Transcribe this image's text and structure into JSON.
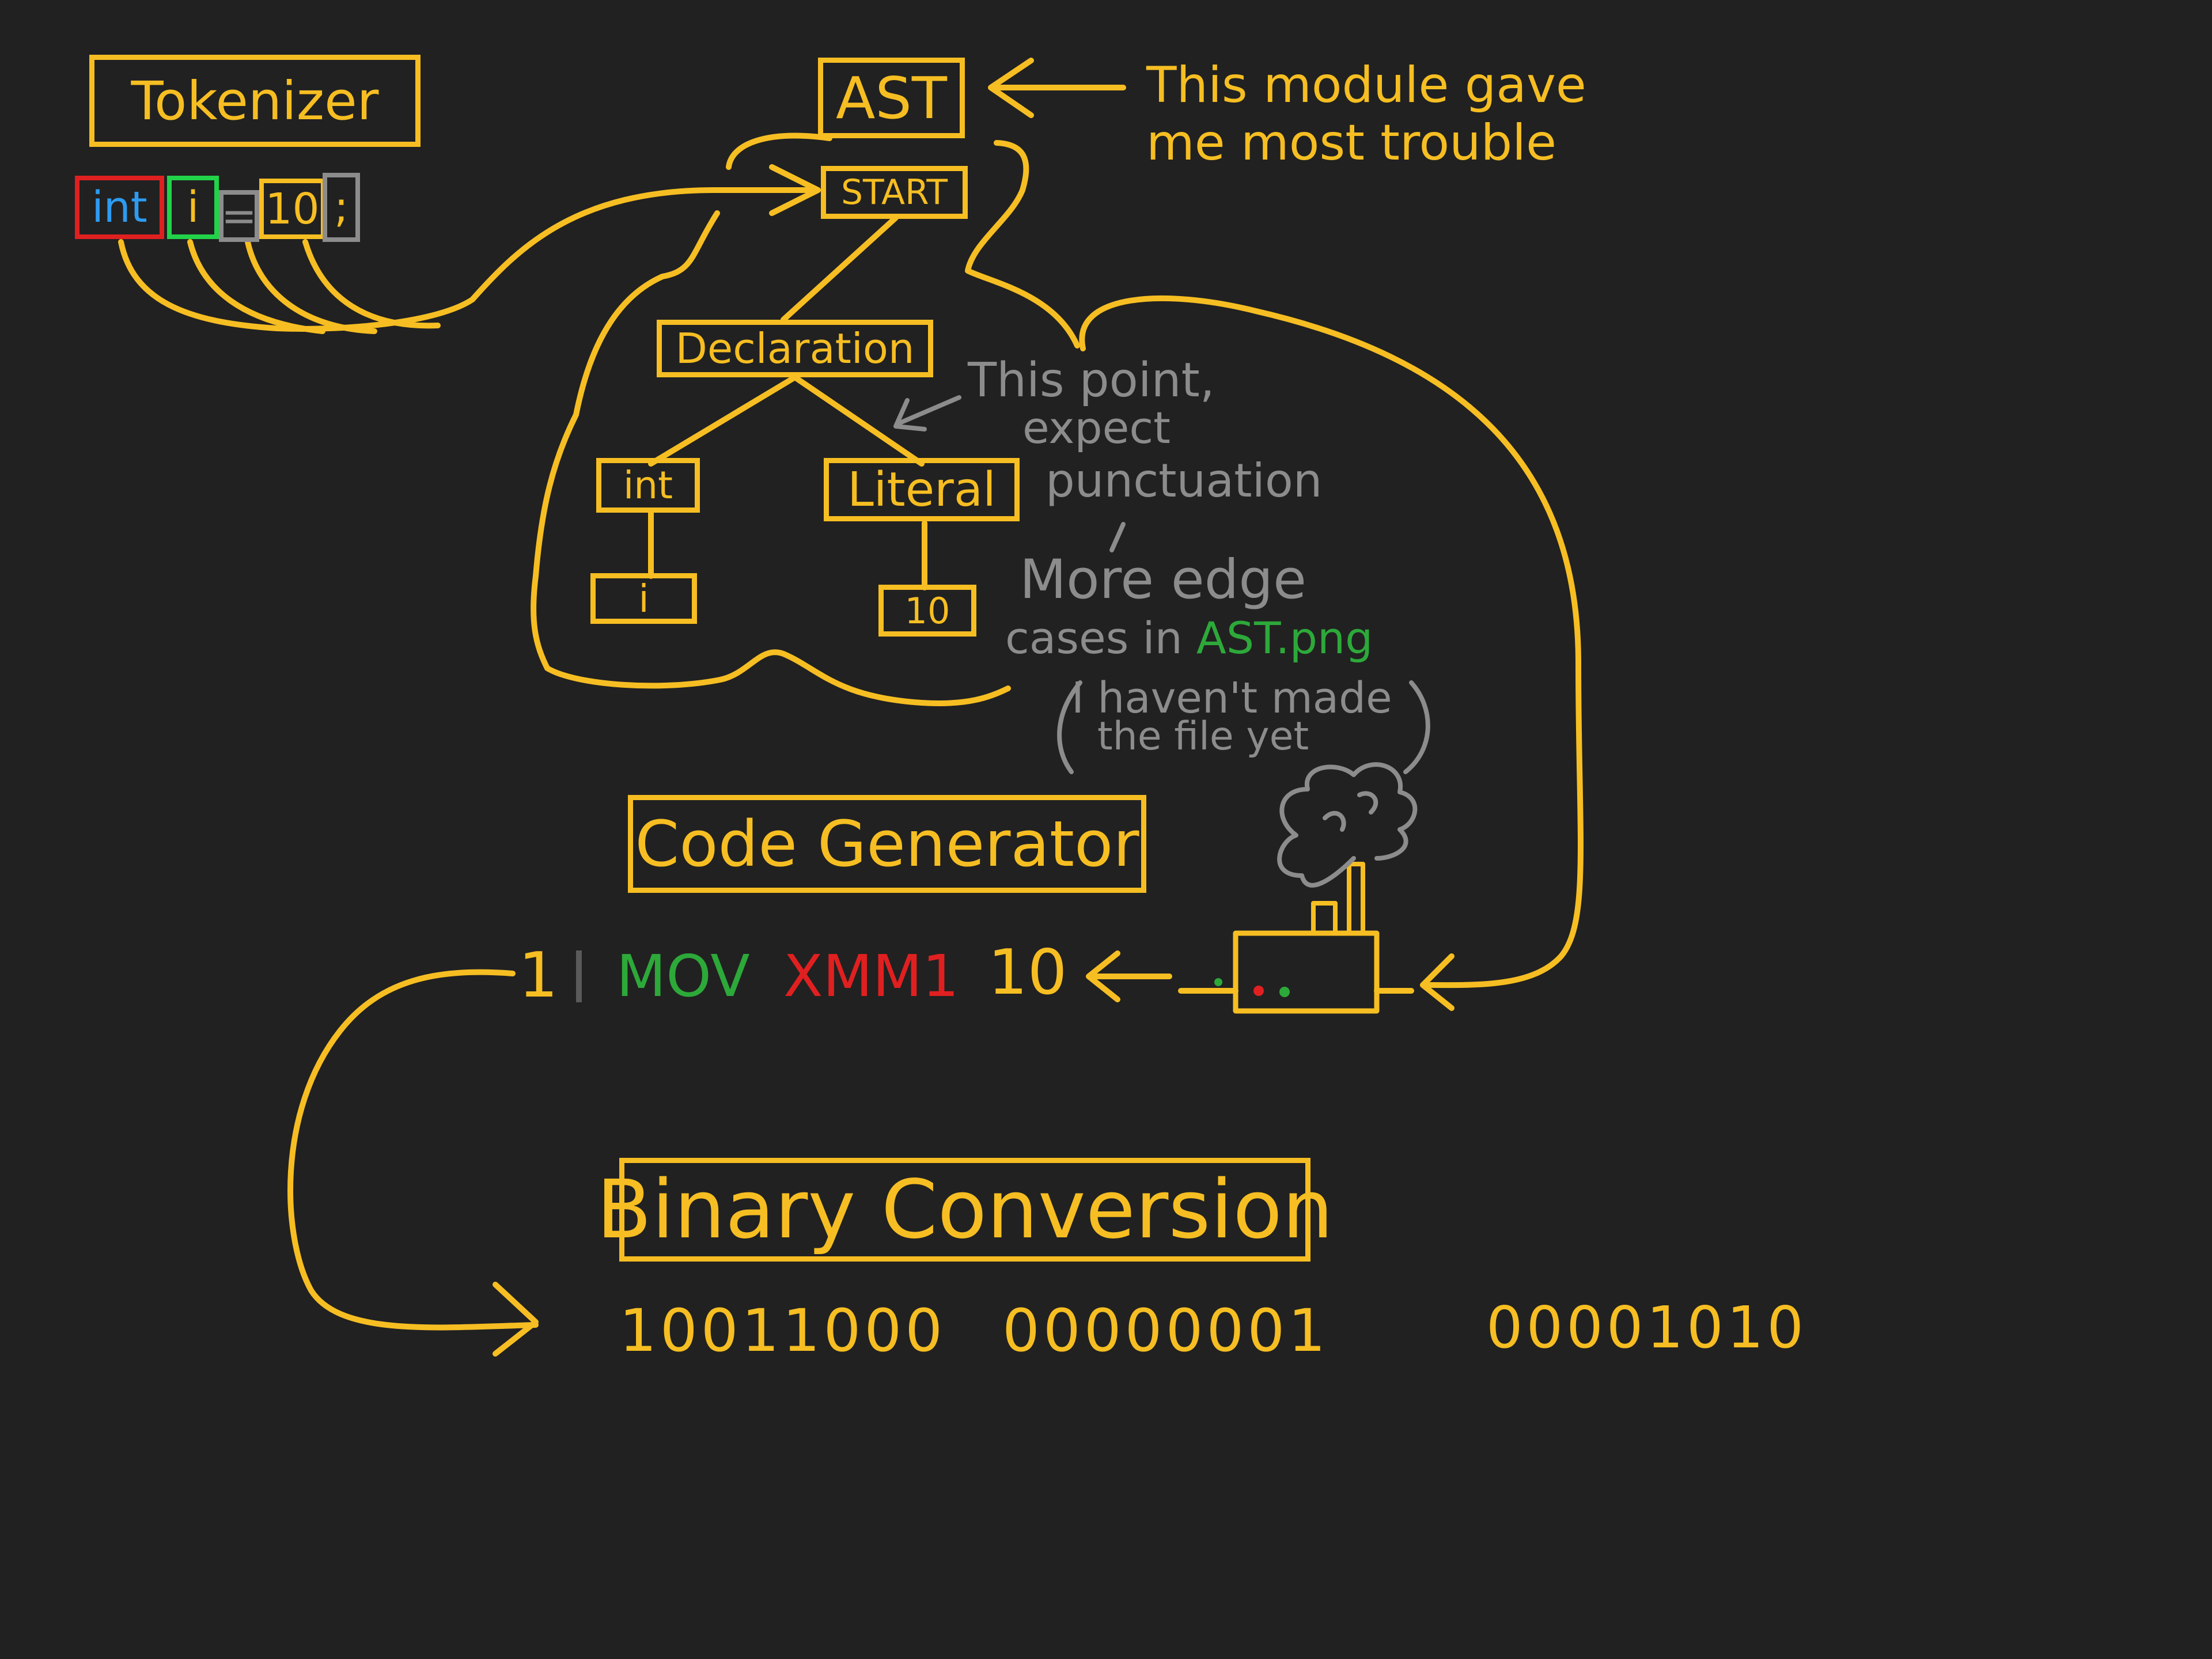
{
  "modules": {
    "tokenizer": "Tokenizer",
    "ast": "AST",
    "code_generator": "Code Generator",
    "binary_conversion": "Binary Conversion"
  },
  "tokens": [
    {
      "text": "int",
      "text_color": "#2D9BF0",
      "border_color": "#E02020"
    },
    {
      "text": "i",
      "text_color": "#F6BE22",
      "border_color": "#22D34A"
    },
    {
      "text": "=",
      "text_color": "#8C8C8C",
      "border_color": "#8C8C8C"
    },
    {
      "text": "10",
      "text_color": "#F6BE22",
      "border_color": "#F6BE22"
    },
    {
      "text": ";",
      "text_color": "#F6BE22",
      "border_color": "#8C8C8C"
    }
  ],
  "ast_nodes": {
    "start": "START",
    "declaration": "Declaration",
    "type": "int",
    "literal": "Literal",
    "identifier": "i",
    "value": "10"
  },
  "notes": {
    "trouble_line1": "This module gave",
    "trouble_line2": "me most trouble",
    "punct_line1": "This point,",
    "punct_line2": "expect",
    "punct_line3": "punctuation",
    "edge_line1": "More edge",
    "edge_line2_prefix": "cases in",
    "edge_file": "AST.png",
    "paren_line1": "I haven't made",
    "paren_line2": "the file yet"
  },
  "code_line": {
    "line_number": "1",
    "opcode": "MOV",
    "register": "XMM1",
    "operand": "10"
  },
  "binary": [
    "10011000",
    "00000001",
    "00001010"
  ],
  "colors": {
    "background": "#212121",
    "accent": "#F6BE22",
    "note_grey": "#8C8C8C",
    "opcode_green": "#2DA93A",
    "register_red": "#E02020",
    "file_green": "#2DA93A"
  },
  "icons": [
    "machine-icon",
    "smoke-cloud-icon"
  ]
}
